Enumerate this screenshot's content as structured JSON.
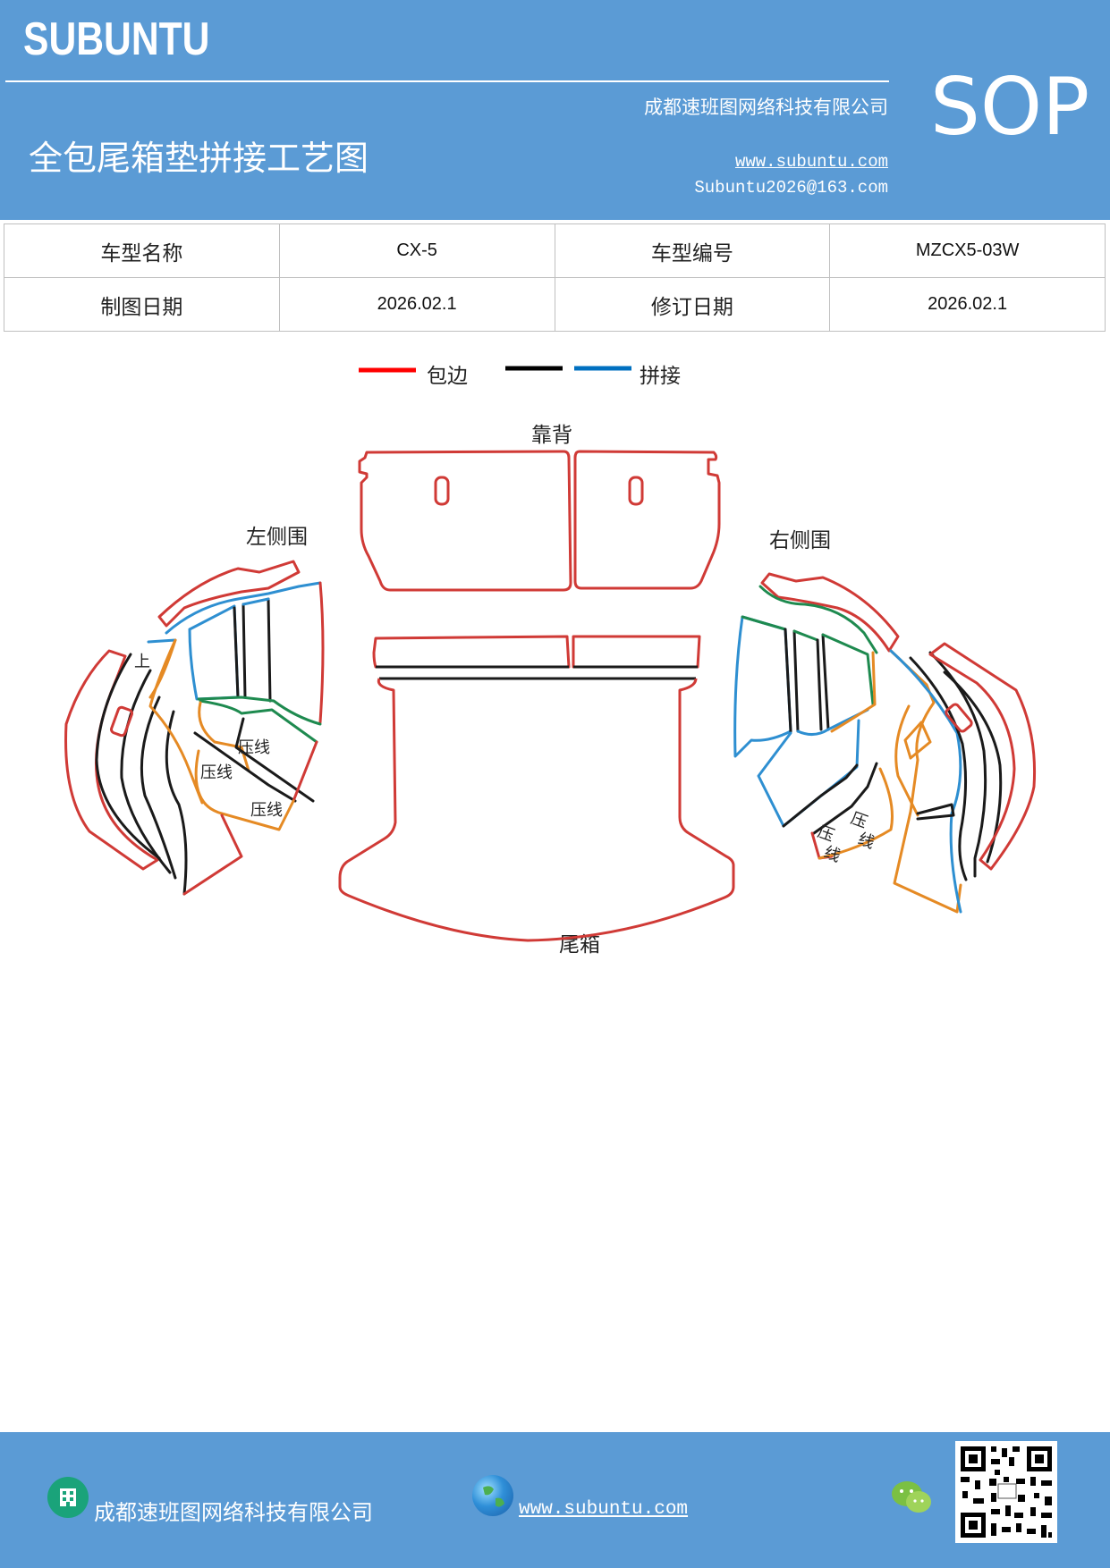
{
  "header": {
    "brand": "SUBUNTU",
    "badge": "SOP",
    "company": "成都速班图网络科技有限公司",
    "title": "全包尾箱垫拼接工艺图",
    "website": "www.subuntu.com",
    "email": "Subuntu2026@163.com"
  },
  "info_table": {
    "model_name_label": "车型名称",
    "model_name_value": "CX-5",
    "model_code_label": "车型编号",
    "model_code_value": "MZCX5-03W",
    "draw_date_label": "制图日期",
    "draw_date_value": "2026.02.1",
    "revise_date_label": "修订日期",
    "revise_date_value": "2026.02.1"
  },
  "legend": {
    "edging": "包边",
    "splice": "拼接",
    "colors": {
      "edging": "#ff0000",
      "black": "#000000",
      "splice": "#0070c0"
    }
  },
  "diagram": {
    "backrest": "靠背",
    "left_panel": "左侧围",
    "right_panel": "右侧围",
    "trunk": "尾箱",
    "press_line": "压线",
    "press_char_1": "压",
    "press_char_2": "线",
    "up_mark": "上",
    "colors": {
      "edge": "#d03a36",
      "seam_black": "#1a1a1a",
      "seam_blue": "#2e8fd1",
      "seam_green": "#1e8a4f",
      "seam_orange": "#e58a24"
    }
  },
  "footer": {
    "company": "成都速班图网络科技有限公司",
    "website": "www.subuntu.com",
    "icons": [
      "building-icon",
      "globe-icon",
      "wechat-icon",
      "qr-code"
    ]
  }
}
